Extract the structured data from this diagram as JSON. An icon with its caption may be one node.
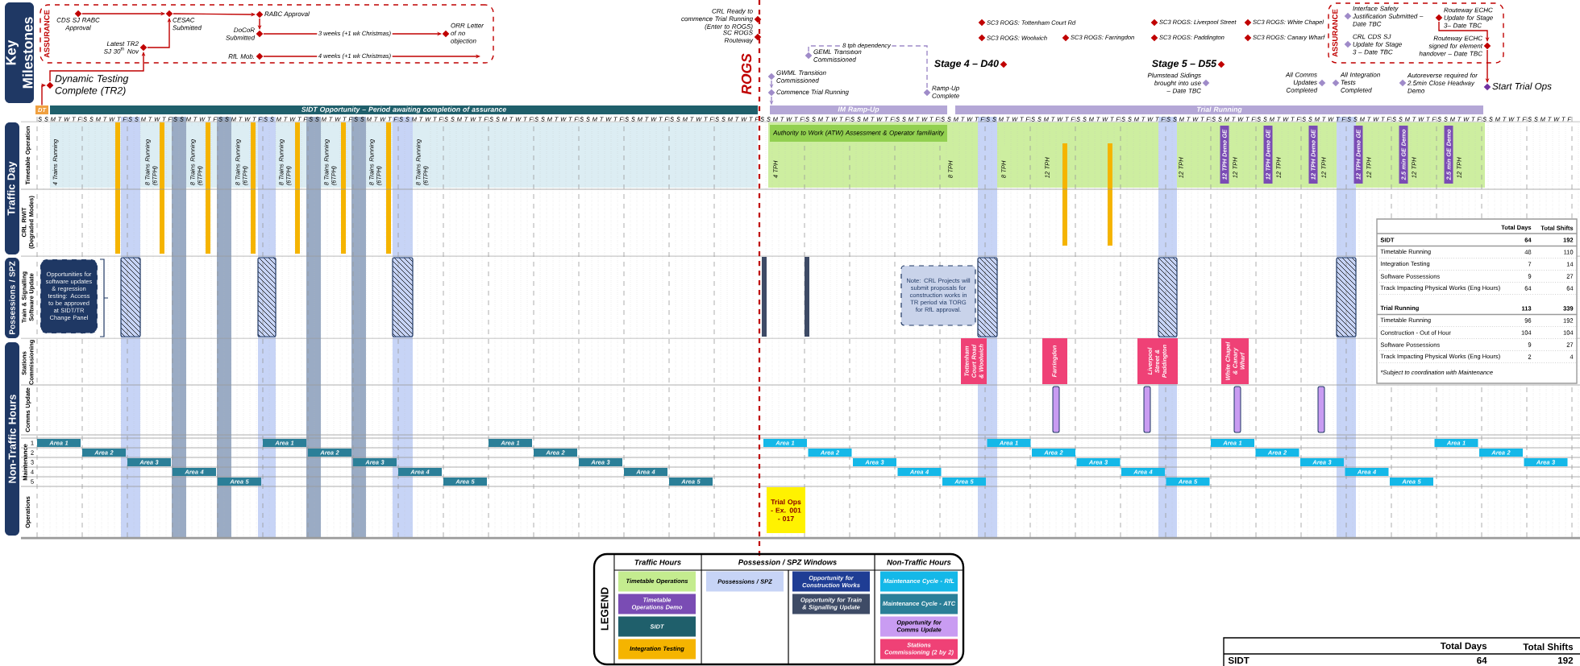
{
  "diagram": {
    "nodes": [
      {
        "text": [
          "Key Milestones"
        ]
      },
      {
        "text": [
          "Traffic Day"
        ]
      },
      {
        "text": [
          "Possessions / SPZ"
        ]
      },
      {
        "text": [
          "Non-Traffic Hours"
        ]
      },
      {
        "text": [
          "ASSURANCE"
        ]
      },
      {
        "text": [
          "CDS SJ RABC Approval"
        ],
        "in": 4
      },
      {
        "text": [
          "CESAC Submitted"
        ],
        "in": 4
      },
      {
        "text": [
          "Latest TR2 SJ 30$^{th}$ Nov"
        ],
        "in": 4
      },
      {
        "text": [
          "RABC Approval"
        ],
        "in": 4
      },
      {
        "text": [
          "DoCoR Submitted"
        ],
        "in": 4
      },
      {
        "text": [
          "RfL Mob."
        ],
        "in": 4
      },
      {
        "text": [
          "ORR Letter of no objection"
        ],
        "in": 4
      },
      {
        "text": [
          "Dynamic Testing Complete (TR2)"
        ]
      },
      {
        "text": [
          "DT"
        ]
      },
      {
        "text": [
          "SIDT Opportunity – Period awaiting completion of assurance"
        ]
      },
      {
        "text": [
          "IM Ramp-Up"
        ]
      },
      {
        "text": [
          "Trial Running"
        ]
      },
      {
        "text": [
          "CRL Ready to commence Trial Running (Enter to ROGS)"
        ]
      },
      {
        "text": [
          "SC ROGS Routeway"
        ]
      },
      {
        "text": [
          "GEML Transition Commissioned"
        ]
      },
      {
        "text": [
          "GWML Transition Commissioned"
        ]
      },
      {
        "text": [
          "Commence Trial Running"
        ]
      },
      {
        "text": [
          "Ramp-Up Complete"
        ]
      },
      {
        "text": [
          "Stage 4 – D40"
        ]
      },
      {
        "text": [
          "Stage 5 – D55"
        ]
      },
      {
        "text": [
          "SC3 ROGS: Tottenham Court Rd"
        ]
      },
      {
        "text": [
          "SC3 ROGS: Woolwich"
        ]
      },
      {
        "text": [
          "SC3 ROGS: Farringdon"
        ]
      },
      {
        "text": [
          "SC3 ROGS: Liverpool Street"
        ]
      },
      {
        "text": [
          "SC3 ROGS: Paddington"
        ]
      },
      {
        "text": [
          "SC3 ROGS: White Chapel"
        ]
      },
      {
        "text": [
          "SC3 ROGS: Canary Wharf"
        ]
      },
      {
        "text": [
          "Plumstead Sidings brought into use – Date TBC"
        ]
      },
      {
        "text": [
          "All Comms Updates Completed"
        ]
      },
      {
        "text": [
          "All Integration Tests Completed"
        ]
      },
      {
        "text": [
          "Autoreverse required for 2.5min Close Headway Demo"
        ]
      },
      {
        "text": [
          "ASSURANCE"
        ]
      },
      {
        "text": [
          "Interface Safety Justification Submitted – Date TBC"
        ],
        "in": 36
      },
      {
        "text": [
          "CRL CDS SJ Update for Stage 3 – Date TBC"
        ],
        "in": 36
      },
      {
        "text": [
          "Routeway ECHC Update for Stage 3– Date TBC"
        ],
        "in": 36
      },
      {
        "text": [
          "Routeway ECHC signed for element handover – Date TBC"
        ],
        "in": 36
      },
      {
        "text": [
          "Start Trial Ops"
        ]
      },
      {
        "text": [
          "Authority to Work (ATW) Assessment & Operator familiarity"
        ]
      },
      {
        "text": [
          "12 TPH Demo GE"
        ]
      },
      {
        "text": [
          "12 TPH Demo GE"
        ]
      },
      {
        "text": [
          "12 TPH Demo GE"
        ]
      },
      {
        "text": [
          "12 TPH Demo GE"
        ]
      },
      {
        "text": [
          "2.5 min GE Demo"
        ]
      },
      {
        "text": [
          "2.5 min GE Demo"
        ]
      },
      {
        "text": [
          "Opportunities for software updates & regression testing: Access to be approved at SIDT/TR Change Panel"
        ]
      },
      {
        "text": [
          "Note: CRL Projects will submit proposals for construction works in TR period via TORG for RfL approval."
        ]
      },
      {
        "text": [
          "Tottenham Court Road & Woolwich"
        ]
      },
      {
        "text": [
          "Farringdon"
        ]
      },
      {
        "text": [
          "Liverpool Street & Paddington"
        ]
      },
      {
        "text": [
          "White Chapel & Canary Wharf"
        ]
      },
      {
        "text": [],
        "shape": "bar"
      },
      {
        "text": [],
        "shape": "bar"
      },
      {
        "text": [],
        "shape": "bar"
      },
      {
        "text": [],
        "shape": "bar"
      },
      {
        "text": [
          "Area 1"
        ]
      },
      {
        "text": [
          "Area 2"
        ]
      },
      {
        "text": [
          "Area 3"
        ]
      },
      {
        "text": [
          "Area 4"
        ]
      },
      {
        "text": [
          "Area 5"
        ]
      },
      {
        "text": [
          "Area 1"
        ]
      },
      {
        "text": [
          "Area 2"
        ]
      },
      {
        "text": [
          "Area 3"
        ]
      },
      {
        "text": [
          "Area 4"
        ]
      },
      {
        "text": [
          "Area 5"
        ]
      },
      {
        "text": [
          "Area 1"
        ]
      },
      {
        "text": [
          "Area 2"
        ]
      },
      {
        "text": [
          "Area 3"
        ]
      },
      {
        "text": [
          "Area 4"
        ]
      },
      {
        "text": [
          "Area 5"
        ]
      },
      {
        "text": [
          "Area 1"
        ]
      },
      {
        "text": [
          "Area 2"
        ]
      },
      {
        "text": [
          "Area 3"
        ]
      },
      {
        "text": [
          "Area 4"
        ]
      },
      {
        "text": [
          "Area 5"
        ]
      },
      {
        "text": [
          "Area 1"
        ]
      },
      {
        "text": [
          "Area 2"
        ]
      },
      {
        "text": [
          "Area 3"
        ]
      },
      {
        "text": [
          "Area 4"
        ]
      },
      {
        "text": [
          "Area 5"
        ]
      },
      {
        "text": [
          "Area 1"
        ]
      },
      {
        "text": [
          "Area 2"
        ]
      },
      {
        "text": [
          "Area 3"
        ]
      },
      {
        "text": [
          "Area 4"
        ]
      },
      {
        "text": [
          "Area 5"
        ]
      },
      {
        "text": [
          "Area 1"
        ]
      },
      {
        "text": [
          "Area 2"
        ]
      },
      {
        "text": [
          "Area 3"
        ]
      },
      {
        "text": [
          "Trial Ops - Ex. 001 - 017"
        ]
      }
    ],
    "edges": [
      {
        "from": 13,
        "to": 12,
        "arrow": "to"
      },
      {
        "from": 12,
        "to": 7,
        "arrow": "to"
      },
      {
        "from": 7,
        "to": 6,
        "arrow": "to"
      },
      {
        "from": 5,
        "to": 6,
        "arrow": "to"
      },
      {
        "from": 6,
        "to": 8,
        "arrow": "to"
      },
      {
        "from": 8,
        "to": 9,
        "arrow": "to"
      },
      {
        "from": 9,
        "to": 11,
        "arrow": "to",
        "label": "3 weeks (+1 wk Christmas)"
      },
      {
        "from": 10,
        "to": null,
        "arrow": "to",
        "label": "4 weeks (+1 wk Christmas)"
      },
      {
        "from": 19,
        "to": 22,
        "arrow": "none",
        "label": "8 tph dependency",
        "style": "dashed",
        "color": "#9f8bc9"
      },
      {
        "from": 39,
        "to": 40,
        "arrow": "to"
      },
      {
        "from": 40,
        "to": 41,
        "arrow": "to"
      },
      {
        "from": 20,
        "to": 21,
        "arrow": "to",
        "color": "#9f8bc9"
      },
      {
        "from": 21,
        "to": 15,
        "arrow": "to",
        "color": "#9f8bc9"
      }
    ],
    "labels": [
      "ROGS",
      "S S M T W T F",
      "S S M T W T F",
      "S S M T W T F",
      "S S M T W T F",
      "S S M T W T F",
      "S S M T W T F",
      "S S M T W T F",
      "S S M T W T F",
      "S S M T W T F",
      "S S M T W T F",
      "S S M T W T F",
      "S S M T W T F",
      "S S M T W T F",
      "S S M T W T F",
      "S S M T W T F",
      "S S M T W T F",
      "S S M T W T F",
      "S S M T W T F",
      "S S M T W T F",
      "S S M T W T F",
      "S S M T W T F",
      "S S M T W T F",
      "S S M T W T F",
      "S S M T W T F",
      "S S M T W T F",
      "S S M T W T F",
      "S S M T W T F",
      "S S M T W T F",
      "S S M T W T F",
      "S S M T W T F",
      "S S M T W T F",
      "S S M T W T F",
      "S S M T W T F",
      "S S M T W T F",
      "Timetable Operation",
      "CRL RWIT (Degraded Modes)",
      "Train & Signalling Software Update",
      "Stations Commissioning",
      "Comms Update",
      "Maintenance",
      "1",
      "2",
      "3",
      "4",
      "5",
      "Operations",
      "4 Trains Running",
      "8 Trains Running (6TPH)",
      "8 Trains Running (6TPH)",
      "8 Trains Running (6TPH)",
      "8 Trains Running (6TPH)",
      "8 Trains Running (6TPH)",
      "8 Trains Running (6TPH)",
      "8 Trains Running (6TPH)",
      "4 TPH",
      "8 TPH",
      "8 TPH",
      "12 TPH",
      "12 TPH",
      "12 TPH",
      "12 TPH",
      "12 TPH",
      "12 TPH",
      "12 TPH",
      "12 TPH",
      "Total Days",
      "Total Shifts",
      "SIDT",
      "64",
      "192",
      "Timetable Running",
      "48",
      "110",
      "Integration Testing",
      "7",
      "14",
      "Software Possessions",
      "9",
      "27",
      "Track Impacting Physical Works (Eng Hours)",
      "64",
      "64",
      "Trial Running",
      "113",
      "339",
      "Timetable Running",
      "96",
      "192",
      "Construction - Out of Hour",
      "104",
      "104",
      "Software Possessions",
      "9",
      "27",
      "Track Impacting Physical Works (Eng Hours)",
      "2",
      "4",
      "*Subject to coordination with Maintenance",
      "LEGEND",
      "Traffic Hours",
      "Possession / SPZ Windows",
      "Non-Traffic Hours",
      "Total Days",
      "Total Shifts",
      "SIDT",
      "64",
      "192"
    ],
    "legend": [
      {
        "text": "Timetable Operations",
        "color": "#c4ec8f"
      },
      {
        "text": "Timetable Operations Demo",
        "color": "#7a4cb4"
      },
      {
        "text": "SIDT",
        "color": "#1f5f6b"
      },
      {
        "text": "Integration Testing",
        "color": "#f5b400"
      },
      {
        "text": "Possessions / SPZ",
        "color": "#c7d4f6"
      },
      {
        "text": "Opportunity for Construction Works",
        "color": "#1f3d94"
      },
      {
        "text": "Opportunity for Train & Signalling Update",
        "color": "#3e4b66"
      },
      {
        "text": "Maintenance Cycle - RfL",
        "color": "#14b8e8"
      },
      {
        "text": "Maintenance Cycle - ATC",
        "color": "#2b7f98"
      },
      {
        "text": "Opportunity for Comms Update",
        "color": "#c99cf2"
      },
      {
        "text": "Stations Commissioning (2 by 2)",
        "color": "#ef4176"
      }
    ]
  }
}
